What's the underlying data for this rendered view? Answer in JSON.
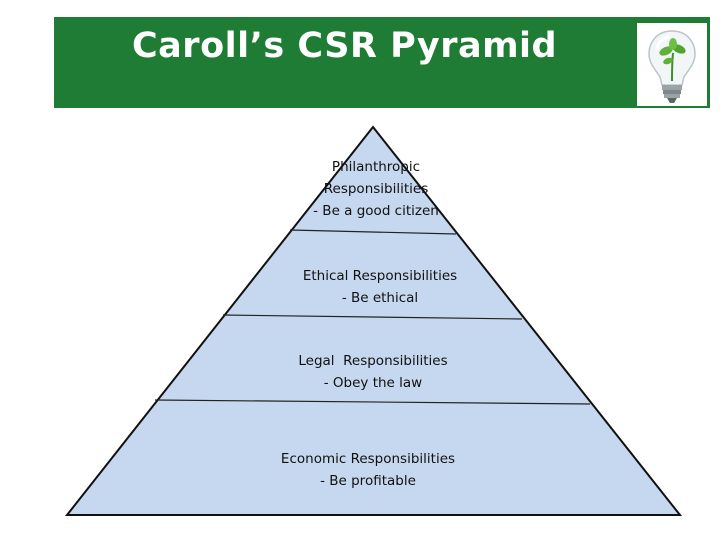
{
  "header": {
    "title": "Caroll’s CSR Pyramid",
    "accent_color": "#1e7c34",
    "icon": "lightbulb-plant-icon"
  },
  "pyramid": {
    "fill_color": "#c6d8ef",
    "tiers": [
      {
        "name": "Philanthropic",
        "lines": [
          "Philanthropic",
          "Responsibilities",
          "- Be a good citizen"
        ]
      },
      {
        "name": "Ethical",
        "lines": [
          "Ethical Responsibilities",
          "- Be ethical"
        ]
      },
      {
        "name": "Legal",
        "lines": [
          "Legal  Responsibilities",
          "- Obey the law"
        ]
      },
      {
        "name": "Economic",
        "lines": [
          "Economic Responsibilities",
          "- Be profitable"
        ]
      }
    ]
  }
}
